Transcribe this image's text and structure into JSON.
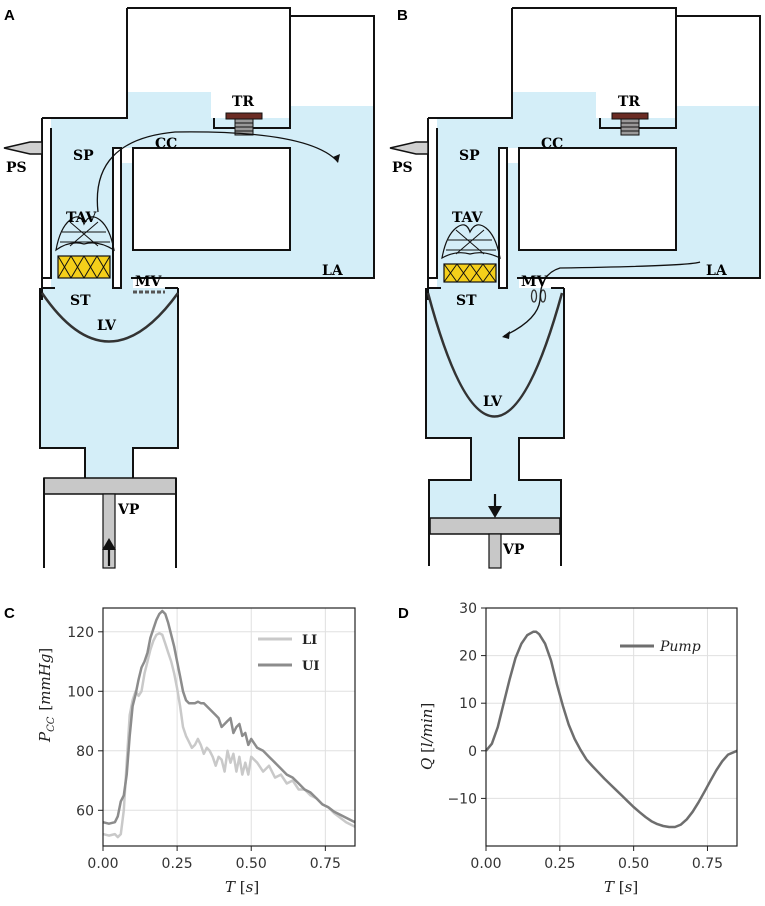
{
  "panels": {
    "A": "A",
    "B": "B",
    "C": "C",
    "D": "D"
  },
  "diagram_labels": {
    "tr": "TR",
    "ps": "PS",
    "sp": "SP",
    "cc": "CC",
    "tav": "TAV",
    "la": "LA",
    "mv": "MV",
    "st": "ST",
    "lv": "LV",
    "vp": "VP"
  },
  "colors": {
    "fluid": "#d4eef8",
    "valve_yellow": "#f4cf1a",
    "piston": "#c8c8c8",
    "screw": "#6b2c24",
    "li_line": "#c9c9c9",
    "ui_line": "#8c8c8c",
    "pump_line": "#6e6e6e"
  },
  "chart_data": [
    {
      "type": "line",
      "panel": "C",
      "xlabel": "T [s]",
      "ylabel": "P_CC [mmHg]",
      "xlim": [
        0,
        0.85
      ],
      "ylim": [
        48,
        128
      ],
      "xticks": [
        "0.00",
        "0.25",
        "0.50",
        "0.75"
      ],
      "yticks": [
        "60",
        "80",
        "100",
        "120"
      ],
      "grid": true,
      "legend_position": "top-right",
      "series": [
        {
          "name": "LI",
          "x": [
            0,
            0.02,
            0.04,
            0.05,
            0.06,
            0.07,
            0.08,
            0.09,
            0.1,
            0.11,
            0.12,
            0.13,
            0.14,
            0.15,
            0.16,
            0.17,
            0.18,
            0.19,
            0.2,
            0.21,
            0.22,
            0.23,
            0.24,
            0.25,
            0.26,
            0.27,
            0.28,
            0.29,
            0.3,
            0.31,
            0.32,
            0.33,
            0.34,
            0.35,
            0.36,
            0.37,
            0.38,
            0.39,
            0.4,
            0.41,
            0.42,
            0.43,
            0.44,
            0.45,
            0.46,
            0.47,
            0.48,
            0.49,
            0.5,
            0.52,
            0.54,
            0.56,
            0.58,
            0.6,
            0.62,
            0.64,
            0.66,
            0.68,
            0.7,
            0.72,
            0.74,
            0.76,
            0.78,
            0.8,
            0.82,
            0.85
          ],
          "y": [
            52,
            51.5,
            52,
            51,
            52,
            60,
            76,
            92,
            97,
            100,
            98.5,
            100,
            106,
            110,
            114,
            117,
            119,
            119.5,
            119,
            116,
            113,
            110,
            106,
            101,
            95,
            88,
            85,
            83,
            81,
            82,
            84,
            82,
            79,
            81,
            80,
            78,
            75,
            78,
            77,
            73,
            80,
            76,
            79,
            73,
            78,
            72,
            76,
            72,
            78,
            76,
            73,
            75,
            71,
            72,
            69,
            70,
            67,
            67,
            65,
            64,
            62,
            61,
            59,
            57.5,
            56,
            54.5
          ]
        },
        {
          "name": "UI",
          "x": [
            0,
            0.02,
            0.04,
            0.05,
            0.06,
            0.07,
            0.08,
            0.09,
            0.1,
            0.11,
            0.12,
            0.13,
            0.14,
            0.15,
            0.16,
            0.17,
            0.18,
            0.19,
            0.2,
            0.21,
            0.22,
            0.23,
            0.24,
            0.25,
            0.26,
            0.27,
            0.28,
            0.29,
            0.3,
            0.31,
            0.32,
            0.33,
            0.34,
            0.35,
            0.36,
            0.37,
            0.38,
            0.39,
            0.4,
            0.41,
            0.42,
            0.43,
            0.44,
            0.45,
            0.46,
            0.47,
            0.48,
            0.49,
            0.5,
            0.52,
            0.54,
            0.56,
            0.58,
            0.6,
            0.62,
            0.64,
            0.66,
            0.68,
            0.7,
            0.72,
            0.74,
            0.76,
            0.78,
            0.8,
            0.82,
            0.85
          ],
          "y": [
            56,
            55.5,
            56,
            58,
            63,
            65,
            72,
            85,
            95,
            99,
            104,
            108,
            110,
            113,
            118,
            121,
            124,
            126,
            127,
            126,
            123,
            119,
            115,
            110,
            105,
            100,
            97,
            96,
            96,
            96,
            96.5,
            96,
            96,
            95,
            94,
            93,
            92,
            91,
            88,
            89,
            90,
            91,
            86,
            88,
            89,
            85,
            86,
            82,
            84,
            81,
            80,
            78,
            76,
            74,
            72,
            71,
            69,
            67,
            66,
            64,
            62,
            61,
            59.5,
            58.5,
            57.5,
            56
          ]
        }
      ]
    },
    {
      "type": "line",
      "panel": "D",
      "xlabel": "T [s]",
      "ylabel": "Q [l/min]",
      "xlim": [
        0,
        0.85
      ],
      "ylim": [
        -20,
        30
      ],
      "xticks": [
        "0.00",
        "0.25",
        "0.50",
        "0.75"
      ],
      "yticks": [
        "-10",
        "0",
        "10",
        "20",
        "30"
      ],
      "grid": true,
      "legend_position": "top-right",
      "series": [
        {
          "name": "Pump",
          "x": [
            0,
            0.02,
            0.04,
            0.06,
            0.08,
            0.1,
            0.12,
            0.14,
            0.16,
            0.17,
            0.18,
            0.2,
            0.22,
            0.24,
            0.26,
            0.28,
            0.3,
            0.32,
            0.34,
            0.36,
            0.38,
            0.4,
            0.42,
            0.44,
            0.46,
            0.48,
            0.5,
            0.52,
            0.54,
            0.56,
            0.58,
            0.6,
            0.62,
            0.64,
            0.66,
            0.68,
            0.7,
            0.72,
            0.74,
            0.76,
            0.78,
            0.8,
            0.82,
            0.85
          ],
          "y": [
            0,
            1.5,
            5,
            10,
            15,
            19.5,
            22.5,
            24.3,
            25,
            25,
            24.5,
            22.5,
            19,
            14,
            9.5,
            5.5,
            2.5,
            0.2,
            -1.8,
            -3.2,
            -4.5,
            -5.8,
            -7,
            -8.2,
            -9.4,
            -10.6,
            -11.8,
            -12.9,
            -13.9,
            -14.8,
            -15.4,
            -15.8,
            -16,
            -16,
            -15.5,
            -14.4,
            -12.8,
            -10.8,
            -8.6,
            -6.3,
            -4.1,
            -2.2,
            -0.8,
            0
          ]
        }
      ]
    }
  ]
}
